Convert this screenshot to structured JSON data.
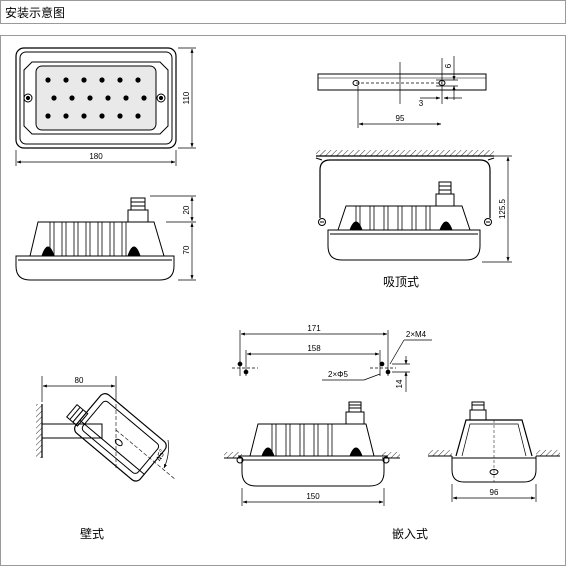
{
  "header": {
    "title": "安装示意图"
  },
  "top_view": {
    "width_label": "180",
    "height_label": "110"
  },
  "side_view": {
    "upper_label": "20",
    "lower_label": "70"
  },
  "mount_detail": {
    "top_label": "6",
    "hole_label": "3",
    "spacing_label": "95"
  },
  "ceiling_view": {
    "height_label": "125.5",
    "caption": "吸顶式"
  },
  "wall_view": {
    "arm_label": "80",
    "angle_label": "45°",
    "caption": "壁式"
  },
  "embed_view": {
    "outer_label": "171",
    "inner_label": "158",
    "screw_label": "2×M4",
    "hole_label": "2×Φ5",
    "side_label": "14",
    "front_width_label": "150",
    "side_width_label": "96",
    "caption": "嵌入式"
  }
}
